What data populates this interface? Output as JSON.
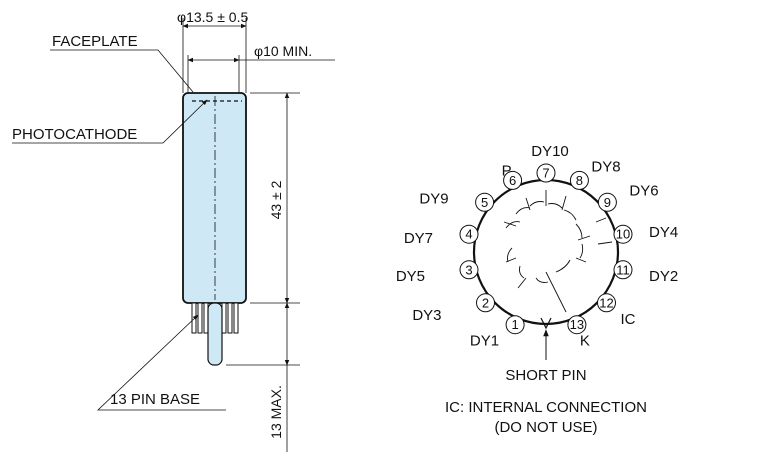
{
  "colors": {
    "ink": "#111111",
    "body_fill": "#cfe8f6",
    "base_fill": "#cfe8f6",
    "background": "#ffffff"
  },
  "side_view": {
    "dim_faceplate_dia": "φ13.5 ± 0.5",
    "dim_min_dia": "φ10 MIN.",
    "dim_length": "43 ± 2",
    "dim_pin_length": "13 MAX.",
    "label_faceplate": "FACEPLATE",
    "label_photocathode": "PHOTOCATHODE",
    "label_base": "13 PIN BASE"
  },
  "base_view": {
    "pins": [
      {
        "num": "1",
        "label": "DY1"
      },
      {
        "num": "2",
        "label": "DY3"
      },
      {
        "num": "3",
        "label": "DY5"
      },
      {
        "num": "4",
        "label": "DY7"
      },
      {
        "num": "5",
        "label": "DY9"
      },
      {
        "num": "6",
        "label": "P"
      },
      {
        "num": "7",
        "label": "DY10"
      },
      {
        "num": "8",
        "label": "DY8"
      },
      {
        "num": "9",
        "label": "DY6"
      },
      {
        "num": "10",
        "label": "DY4"
      },
      {
        "num": "11",
        "label": "DY2"
      },
      {
        "num": "12",
        "label": "IC"
      },
      {
        "num": "13",
        "label": "K"
      }
    ],
    "short_pin_label": "SHORT PIN",
    "note_line1": "IC: INTERNAL CONNECTION",
    "note_line2": "(DO NOT USE)"
  }
}
